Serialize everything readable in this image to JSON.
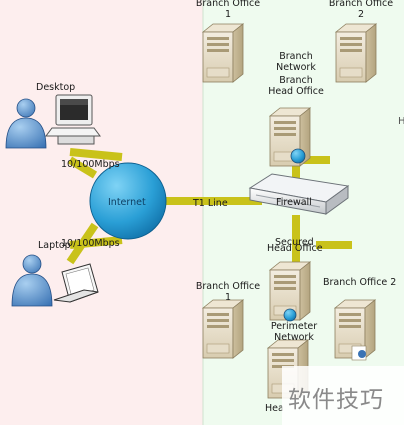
{
  "diagram": {
    "zones": {
      "left_color": "#fdeeee",
      "right_color": "#effbef"
    },
    "link_color": "#c9c21a",
    "labels": {
      "branch_office_1_top": "Branch Office\n1",
      "branch_office_2_top": "Branch Office\n2",
      "desktop": "Desktop",
      "branch_network": "Branch\nNetwork",
      "branch_head_office": "Branch\nHead Office",
      "link_desktop": "10/100Mbps",
      "internet": "Internet",
      "t1_line": "T1 Line",
      "firewall": "Firewall",
      "link_laptop": "10/100Mbps",
      "laptop": "Laptop",
      "secured": "Secured",
      "head_office": "Head Office",
      "branch_office_1_bottom": "Branch Office\n1",
      "branch_office_2_bottom": "Branch Office 2",
      "perimeter_network": "Perimeter\nNetwork",
      "head_partial": "Hea",
      "edge_partial": "H"
    }
  },
  "watermark": {
    "text": "软件技巧"
  }
}
